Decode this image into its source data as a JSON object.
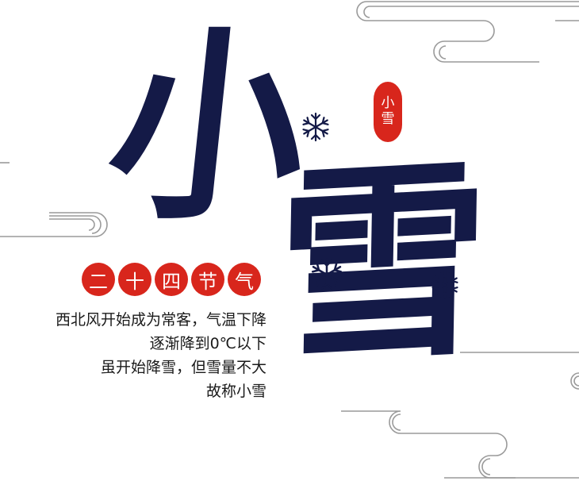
{
  "title": {
    "char_small": "小",
    "char_snow": "雪"
  },
  "seal": {
    "chars": [
      "小",
      "雪"
    ]
  },
  "badges": [
    "二",
    "十",
    "四",
    "节",
    "气"
  ],
  "description": [
    "西北风开始成为常客，气温下降",
    "逐渐降到0℃以下",
    "虽开始降雪，但雪量不大",
    "故称小雪"
  ],
  "colors": {
    "navy": "#141a47",
    "red": "#d8261c",
    "line_gray": "#9a9a9a"
  },
  "icons": [
    "snowflake-icon",
    "cloud-line-decoration"
  ]
}
